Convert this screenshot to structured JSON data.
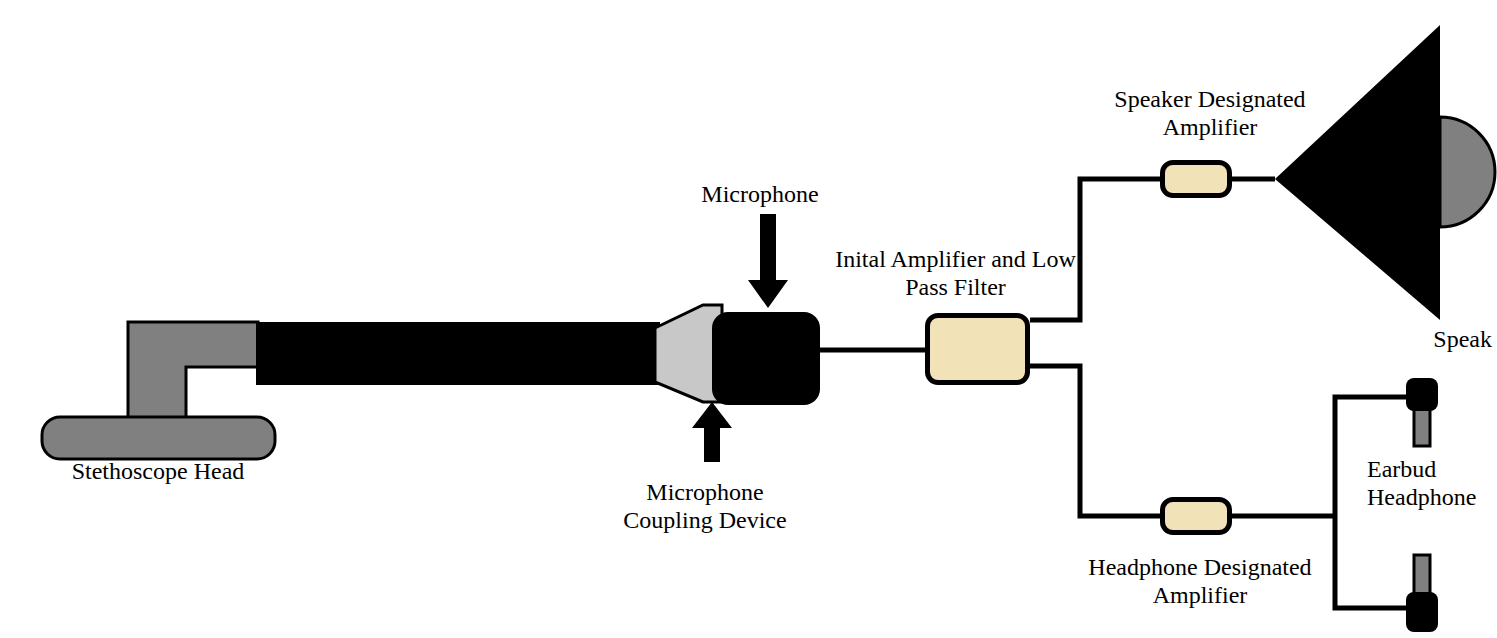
{
  "diagram": {
    "nodes": [
      {
        "text": [
          "Microphone"
        ]
      },
      {
        "text": [
          "Inital Amplifier and Low Pass Filter"
        ]
      },
      {
        "text": [
          "Speaker Designated Amplifier"
        ]
      },
      {
        "text": [
          "Speak"
        ]
      },
      {
        "text": [
          "Headphone Designated Amplifier"
        ]
      },
      {
        "text": [
          "Earbud Headphone"
        ]
      }
    ],
    "edges": [
      {
        "from": 0,
        "to": 1,
        "arrow": "none"
      },
      {
        "from": 1,
        "to": 2,
        "arrow": "none"
      },
      {
        "from": 1,
        "to": 4,
        "arrow": "none"
      },
      {
        "from": 2,
        "to": 3,
        "arrow": "none"
      },
      {
        "from": 4,
        "to": 5,
        "arrow": "none"
      }
    ],
    "labels": [
      "Stethoscope Head",
      "Microphone Coupling Device"
    ]
  }
}
